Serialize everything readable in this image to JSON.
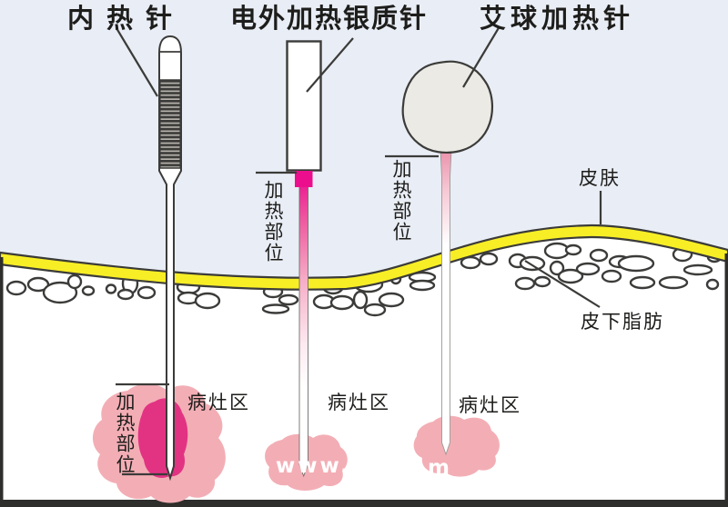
{
  "diagram": {
    "title_labels": [
      {
        "text": "内热针"
      },
      {
        "text": "电外加热银质针"
      },
      {
        "text": "艾球加热针"
      }
    ],
    "annotations": {
      "heating_part": "加热部位",
      "skin": "皮肤",
      "subcutaneous_fat": "皮下脂肪",
      "lesion_area": "病灶区"
    },
    "watermark": {
      "visible_left": "www. c",
      "visible_right": "m"
    },
    "colors": {
      "background": "#e9edf5",
      "skin_yellow": "#f8ee26",
      "outline": "#3b3b39",
      "fat_cell_fill": "#ffffff",
      "lesion_pink": "#f3aeb5",
      "lesion_core_pink": "#e23383",
      "heater_magenta": "#ec0f8d",
      "moxa_ball_fill": "#ebeae5",
      "watermark_color": "#ffffff"
    }
  }
}
